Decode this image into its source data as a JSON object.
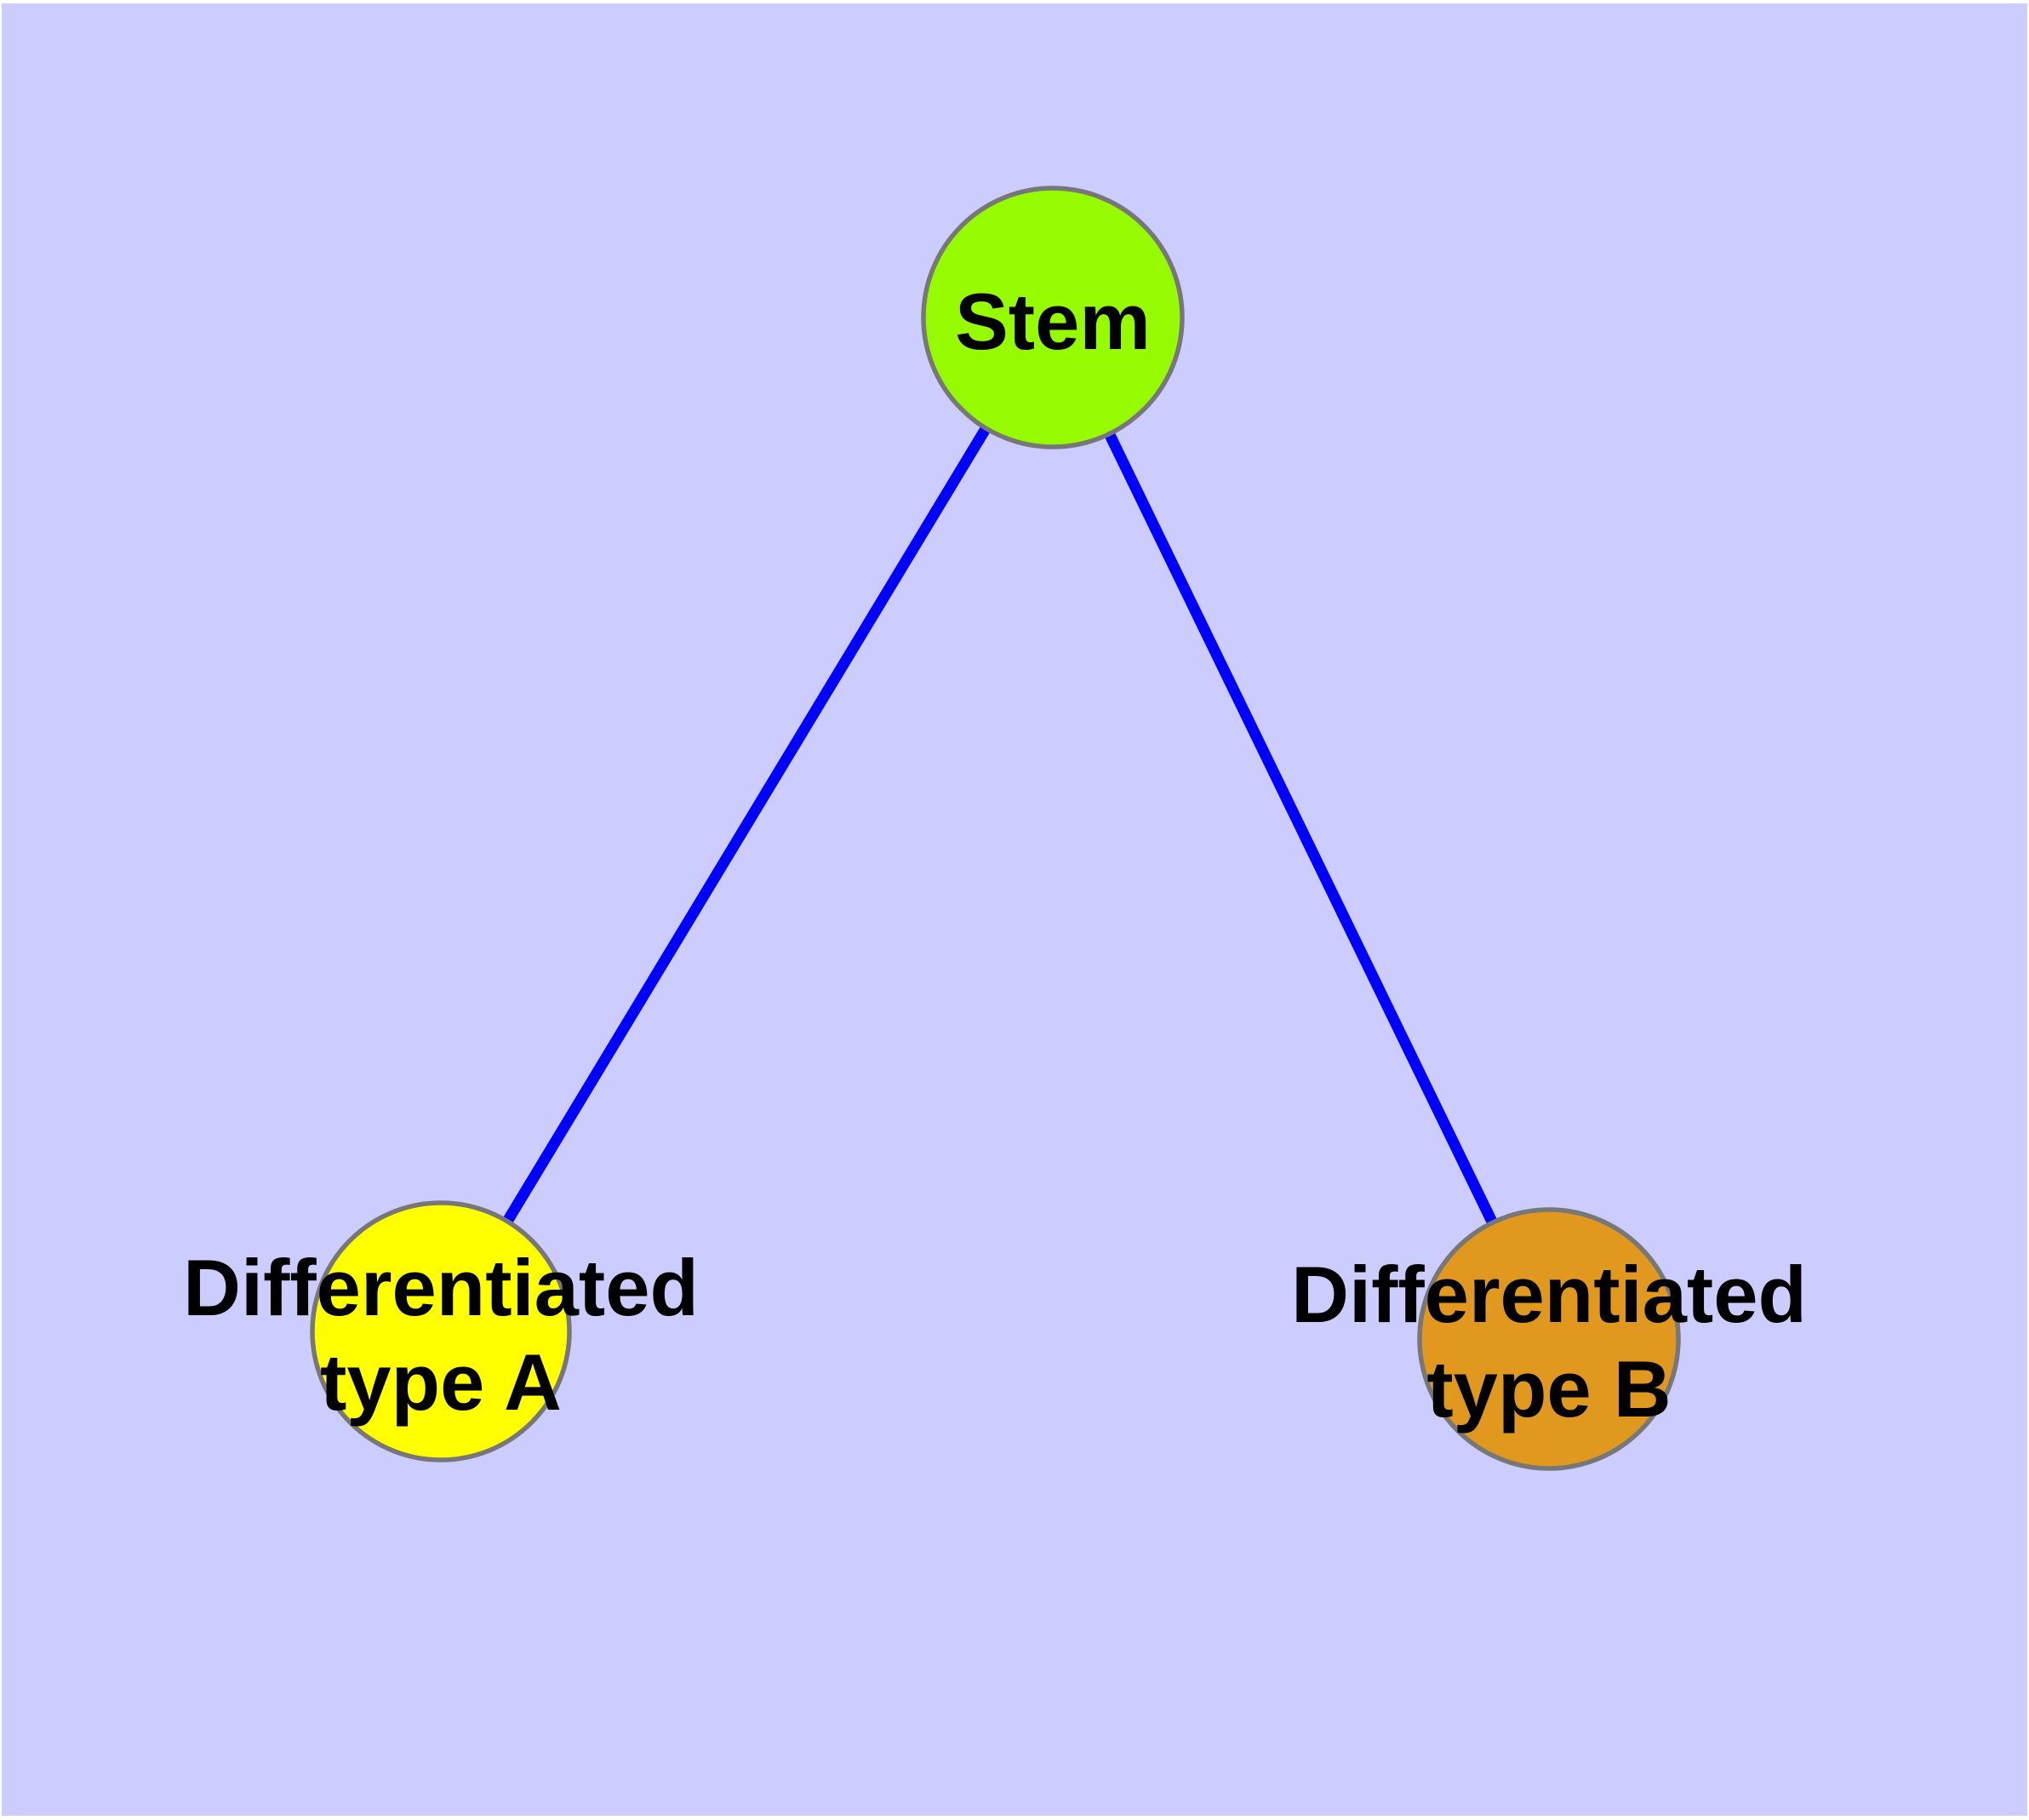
{
  "diagram": {
    "type": "graph",
    "background_color": "#CCCCFF",
    "margin_color": "#FFFFFF",
    "node_border_color": "#777777",
    "edge_color": "#0000FF",
    "text_color": "#000000",
    "nodes": {
      "stem": {
        "label": "Stem",
        "fill": "#97FB00"
      },
      "type_a": {
        "label_line1": "Differentiated",
        "label_line2": "type A",
        "fill": "#FFFF00"
      },
      "type_b": {
        "label_line1": "Differentiated",
        "label_line2": "type B",
        "fill": "#E1981E"
      }
    },
    "edges": [
      {
        "from": "Stem",
        "to": "Differentiated type A"
      },
      {
        "from": "Stem",
        "to": "Differentiated type B"
      }
    ]
  }
}
